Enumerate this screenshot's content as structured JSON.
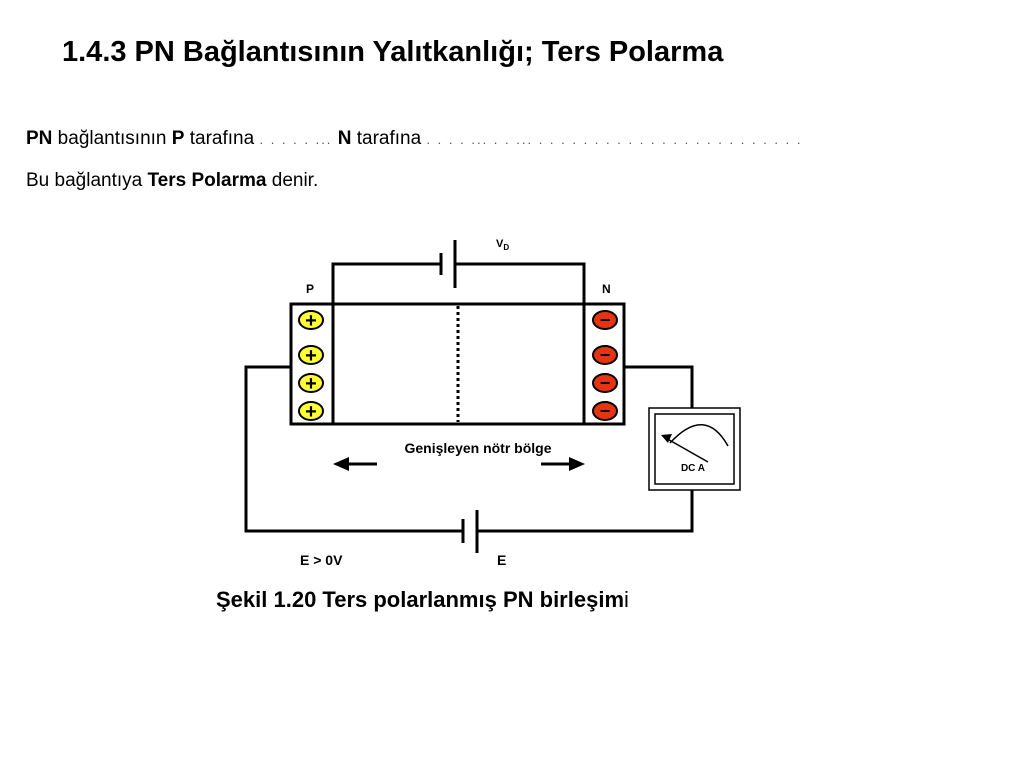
{
  "title": "1.4.3 PN Bağlantısının Yalıtkanlığı; Ters Polarma",
  "paragraph1": {
    "pn": "PN",
    "t1": " bağlantısının ",
    "p": "P",
    "t2": " tarafına ",
    "dots1": ". . . . . ...",
    "n": "N",
    "t3": " tarafına ",
    "dots2": ". . . . ... . . ...  . . . . . . . .  . . . . . . . . . . . . . . . ."
  },
  "paragraph2": {
    "t1": "Bu bağlantıya ",
    "bold": "Ters Polarma",
    "t2": " denir."
  },
  "diagram": {
    "vd_label": "V",
    "vd_sub": "D",
    "p_label": "P",
    "n_label": "N",
    "plus_sign": "+",
    "minus_sign": "−",
    "region_label": "Genişleyen  nötr  bölge",
    "meter_label": "DC  A",
    "e_left_label": "E > 0V",
    "e_label": "E",
    "colors": {
      "plus_fill": "#ffff33",
      "minus_fill": "#e63312"
    }
  },
  "caption": {
    "main": "Şekil 1.20 Ters polarlanmış PN birleşim",
    "last": "i"
  }
}
